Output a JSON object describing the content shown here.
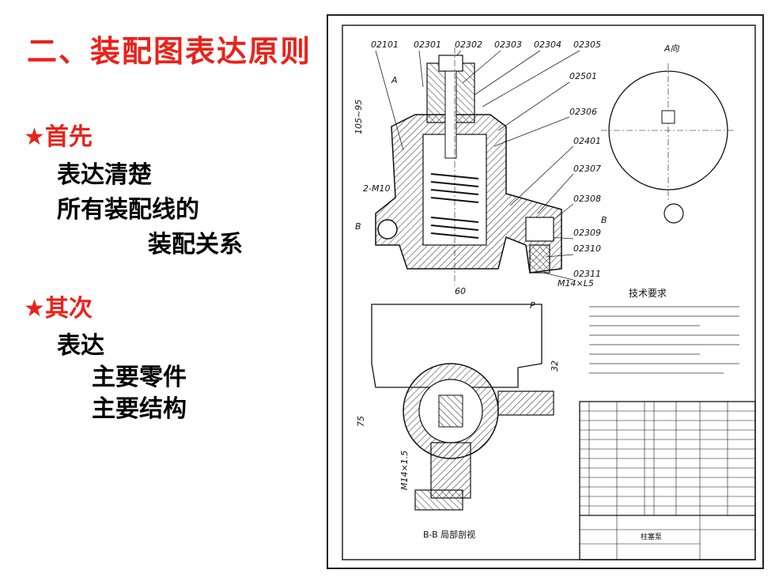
{
  "slide": {
    "title": "二、装配图表达原则",
    "first": {
      "heading": "★首先",
      "line1": "表达清楚",
      "line2": "所有装配线的",
      "line3": "装配关系"
    },
    "second": {
      "heading": "★其次",
      "line1": "表达",
      "line2": "主要零件",
      "line3": "主要结构"
    }
  },
  "drawing": {
    "part_numbers": [
      "02101",
      "02301",
      "02302",
      "02303",
      "02304",
      "02305",
      "02501",
      "02306",
      "02401",
      "02307",
      "02308",
      "02309",
      "02310",
      "02311"
    ],
    "view_a": "A向",
    "section_view": "B-B 局部剖视",
    "tech_req_title": "技术要求",
    "dim_60": "60",
    "dim_32": "32",
    "dim_75": "75",
    "dim_105": "105~95",
    "dim_m10": "2-M10",
    "dim_m14": "M14×L5",
    "dim_m14v": "M14×1.5",
    "label_a": "A",
    "label_b": "B",
    "label_p": "P",
    "title_block_name": "柱塞泵",
    "colors": {
      "accent": "#e8231b",
      "text": "#000000"
    }
  }
}
